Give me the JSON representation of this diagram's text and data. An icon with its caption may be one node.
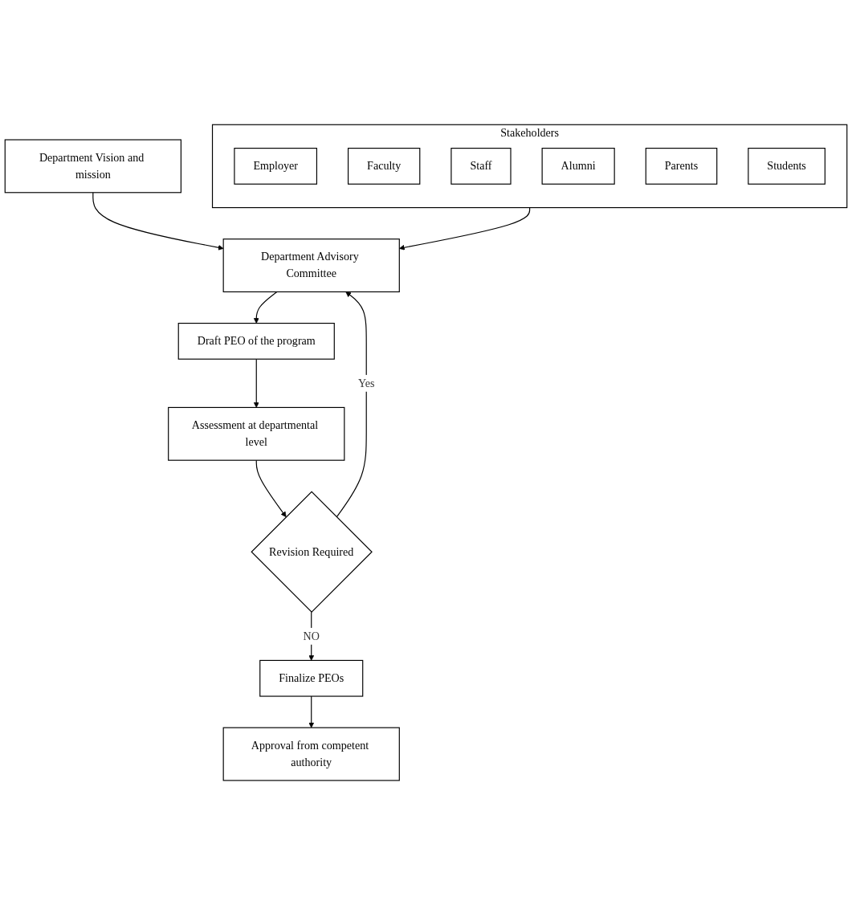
{
  "diagram": {
    "nodes": [
      {
        "text": [
          "Stakeholders"
        ]
      },
      {
        "text": [
          "Employer"
        ],
        "in": 0
      },
      {
        "text": [
          "Faculty"
        ],
        "in": 0
      },
      {
        "text": [
          "Staff"
        ],
        "in": 0
      },
      {
        "text": [
          "Alumni"
        ],
        "in": 0
      },
      {
        "text": [
          "Parents"
        ],
        "in": 0
      },
      {
        "text": [
          "Students"
        ],
        "in": 0
      },
      {
        "text": [
          "Department Vision and mission"
        ]
      },
      {
        "text": [
          "Department Advisory Committee"
        ]
      },
      {
        "text": [
          "Draft PEO of the program"
        ]
      },
      {
        "text": [
          "Assessment at departmental level"
        ]
      },
      {
        "text": [
          "Revision Required"
        ]
      },
      {
        "text": [
          "Finalize PEOs"
        ]
      },
      {
        "text": [
          "Approval from competent authority"
        ]
      }
    ],
    "edges": [
      {
        "from": 0,
        "to": 8,
        "arrow": "to"
      },
      {
        "from": 7,
        "to": 8,
        "arrow": "to"
      },
      {
        "from": 8,
        "to": 9,
        "arrow": "to"
      },
      {
        "from": 9,
        "to": 10,
        "arrow": "to"
      },
      {
        "from": 10,
        "to": 11,
        "arrow": "to"
      },
      {
        "from": 11,
        "to": 8,
        "label": "Yes",
        "arrow": "to"
      },
      {
        "from": 11,
        "to": 12,
        "label": "NO",
        "arrow": "to"
      },
      {
        "from": 12,
        "to": 13,
        "arrow": "to"
      }
    ]
  }
}
